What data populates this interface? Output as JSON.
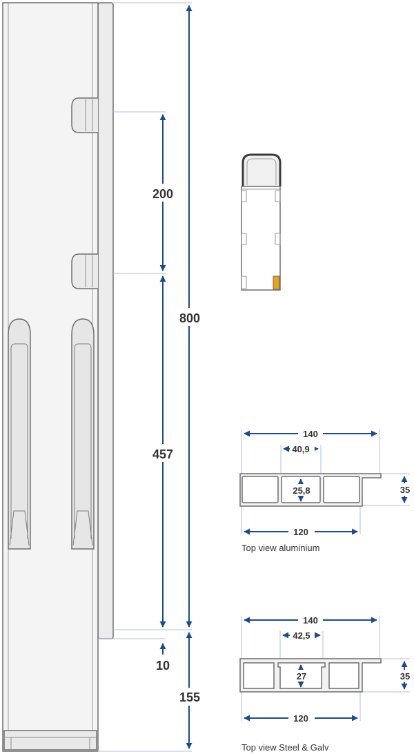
{
  "colors": {
    "outline": "#6e6e6e",
    "panel": "#f3f3f3",
    "panel_dark": "#e2e2e2",
    "arrow": "#1c4a8c",
    "guide": "#b7bedb",
    "accent": "#e8a317"
  },
  "elevation": {
    "dim_hinge_spacing": "200",
    "dim_overall_height": "800",
    "dim_lower_section": "457",
    "dim_bottom_gap": "10",
    "dim_base": "155"
  },
  "aluminium": {
    "dim_overall_width": "140",
    "dim_inner_width": "40,9",
    "dim_inner_height": "25,8",
    "dim_depth": "35",
    "dim_body_width": "120",
    "caption": "Top view aluminium"
  },
  "steel": {
    "dim_overall_width": "140",
    "dim_inner_width": "42,5",
    "dim_inner_height": "27",
    "dim_depth": "35",
    "dim_body_width": "120",
    "caption": "Top view Steel & Galv"
  },
  "icons": [
    "arrow-head-icon"
  ]
}
